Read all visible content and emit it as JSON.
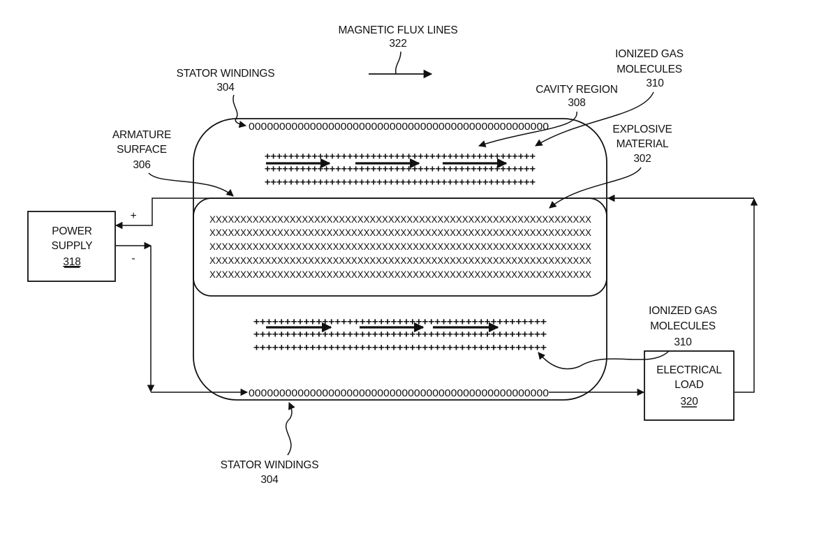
{
  "labels": {
    "magnetic_flux_lines": "MAGNETIC FLUX LINES",
    "magnetic_flux_num": "322",
    "stator_windings_top": "STATOR WINDINGS",
    "stator_windings_top_num": "304",
    "stator_windings_bottom": "STATOR WINDINGS",
    "stator_windings_bottom_num": "304",
    "cavity_region": "CAVITY REGION",
    "cavity_region_num": "308",
    "ionized_gas_top_1": "IONIZED GAS",
    "ionized_gas_top_2": "MOLECULES",
    "ionized_gas_top_num": "310",
    "ionized_gas_bottom_1": "IONIZED GAS",
    "ionized_gas_bottom_2": "MOLECULES",
    "ionized_gas_bottom_num": "310",
    "explosive_1": "EXPLOSIVE",
    "explosive_2": "MATERIAL",
    "explosive_num": "302",
    "armature_1": "ARMATURE",
    "armature_2": "SURFACE",
    "armature_num": "306",
    "power_supply_1": "POWER",
    "power_supply_2": "SUPPLY",
    "power_supply_num": "318",
    "electrical_load_1": "ELECTRICAL",
    "electrical_load_2": "LOAD",
    "electrical_load_num": "320",
    "plus_sign": "+",
    "minus_sign": "-"
  },
  "patterns": {
    "winding_top": "0000000000000000000000000000000000000000000000000",
    "winding_bottom": "0000000000000000000000000000000000000000000000000",
    "explosive_row": "XXXXXXXXXXXXXXXXXXXXXXXXXXXXXXXXXXXXXXXXXXXXXXXXXXXXXXXXXXXXXX",
    "ion_top_row": "++++++++++++++++++++++++++++++++++++++++++++++",
    "ion_bottom_row": "+++++++++++++++++++++++++++++++++++++++++++++++"
  }
}
